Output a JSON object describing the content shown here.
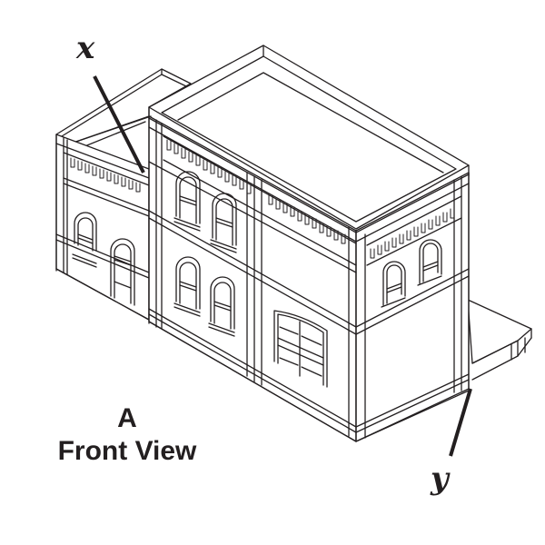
{
  "diagram": {
    "subject": "isometric line drawing of a two-story brick building with arched windows, cornice dentils and a side platform",
    "view_letter": "A",
    "view_title": "Front View",
    "callouts": [
      {
        "id": "x",
        "label": "x",
        "points_to": "inside corner where lower left wing meets taller main building, below cornice"
      },
      {
        "id": "y",
        "label": "y",
        "points_to": "base of right rear corner pilaster at the side platform"
      }
    ],
    "colors": {
      "line": "#231f20",
      "fill": "#ffffff"
    }
  }
}
